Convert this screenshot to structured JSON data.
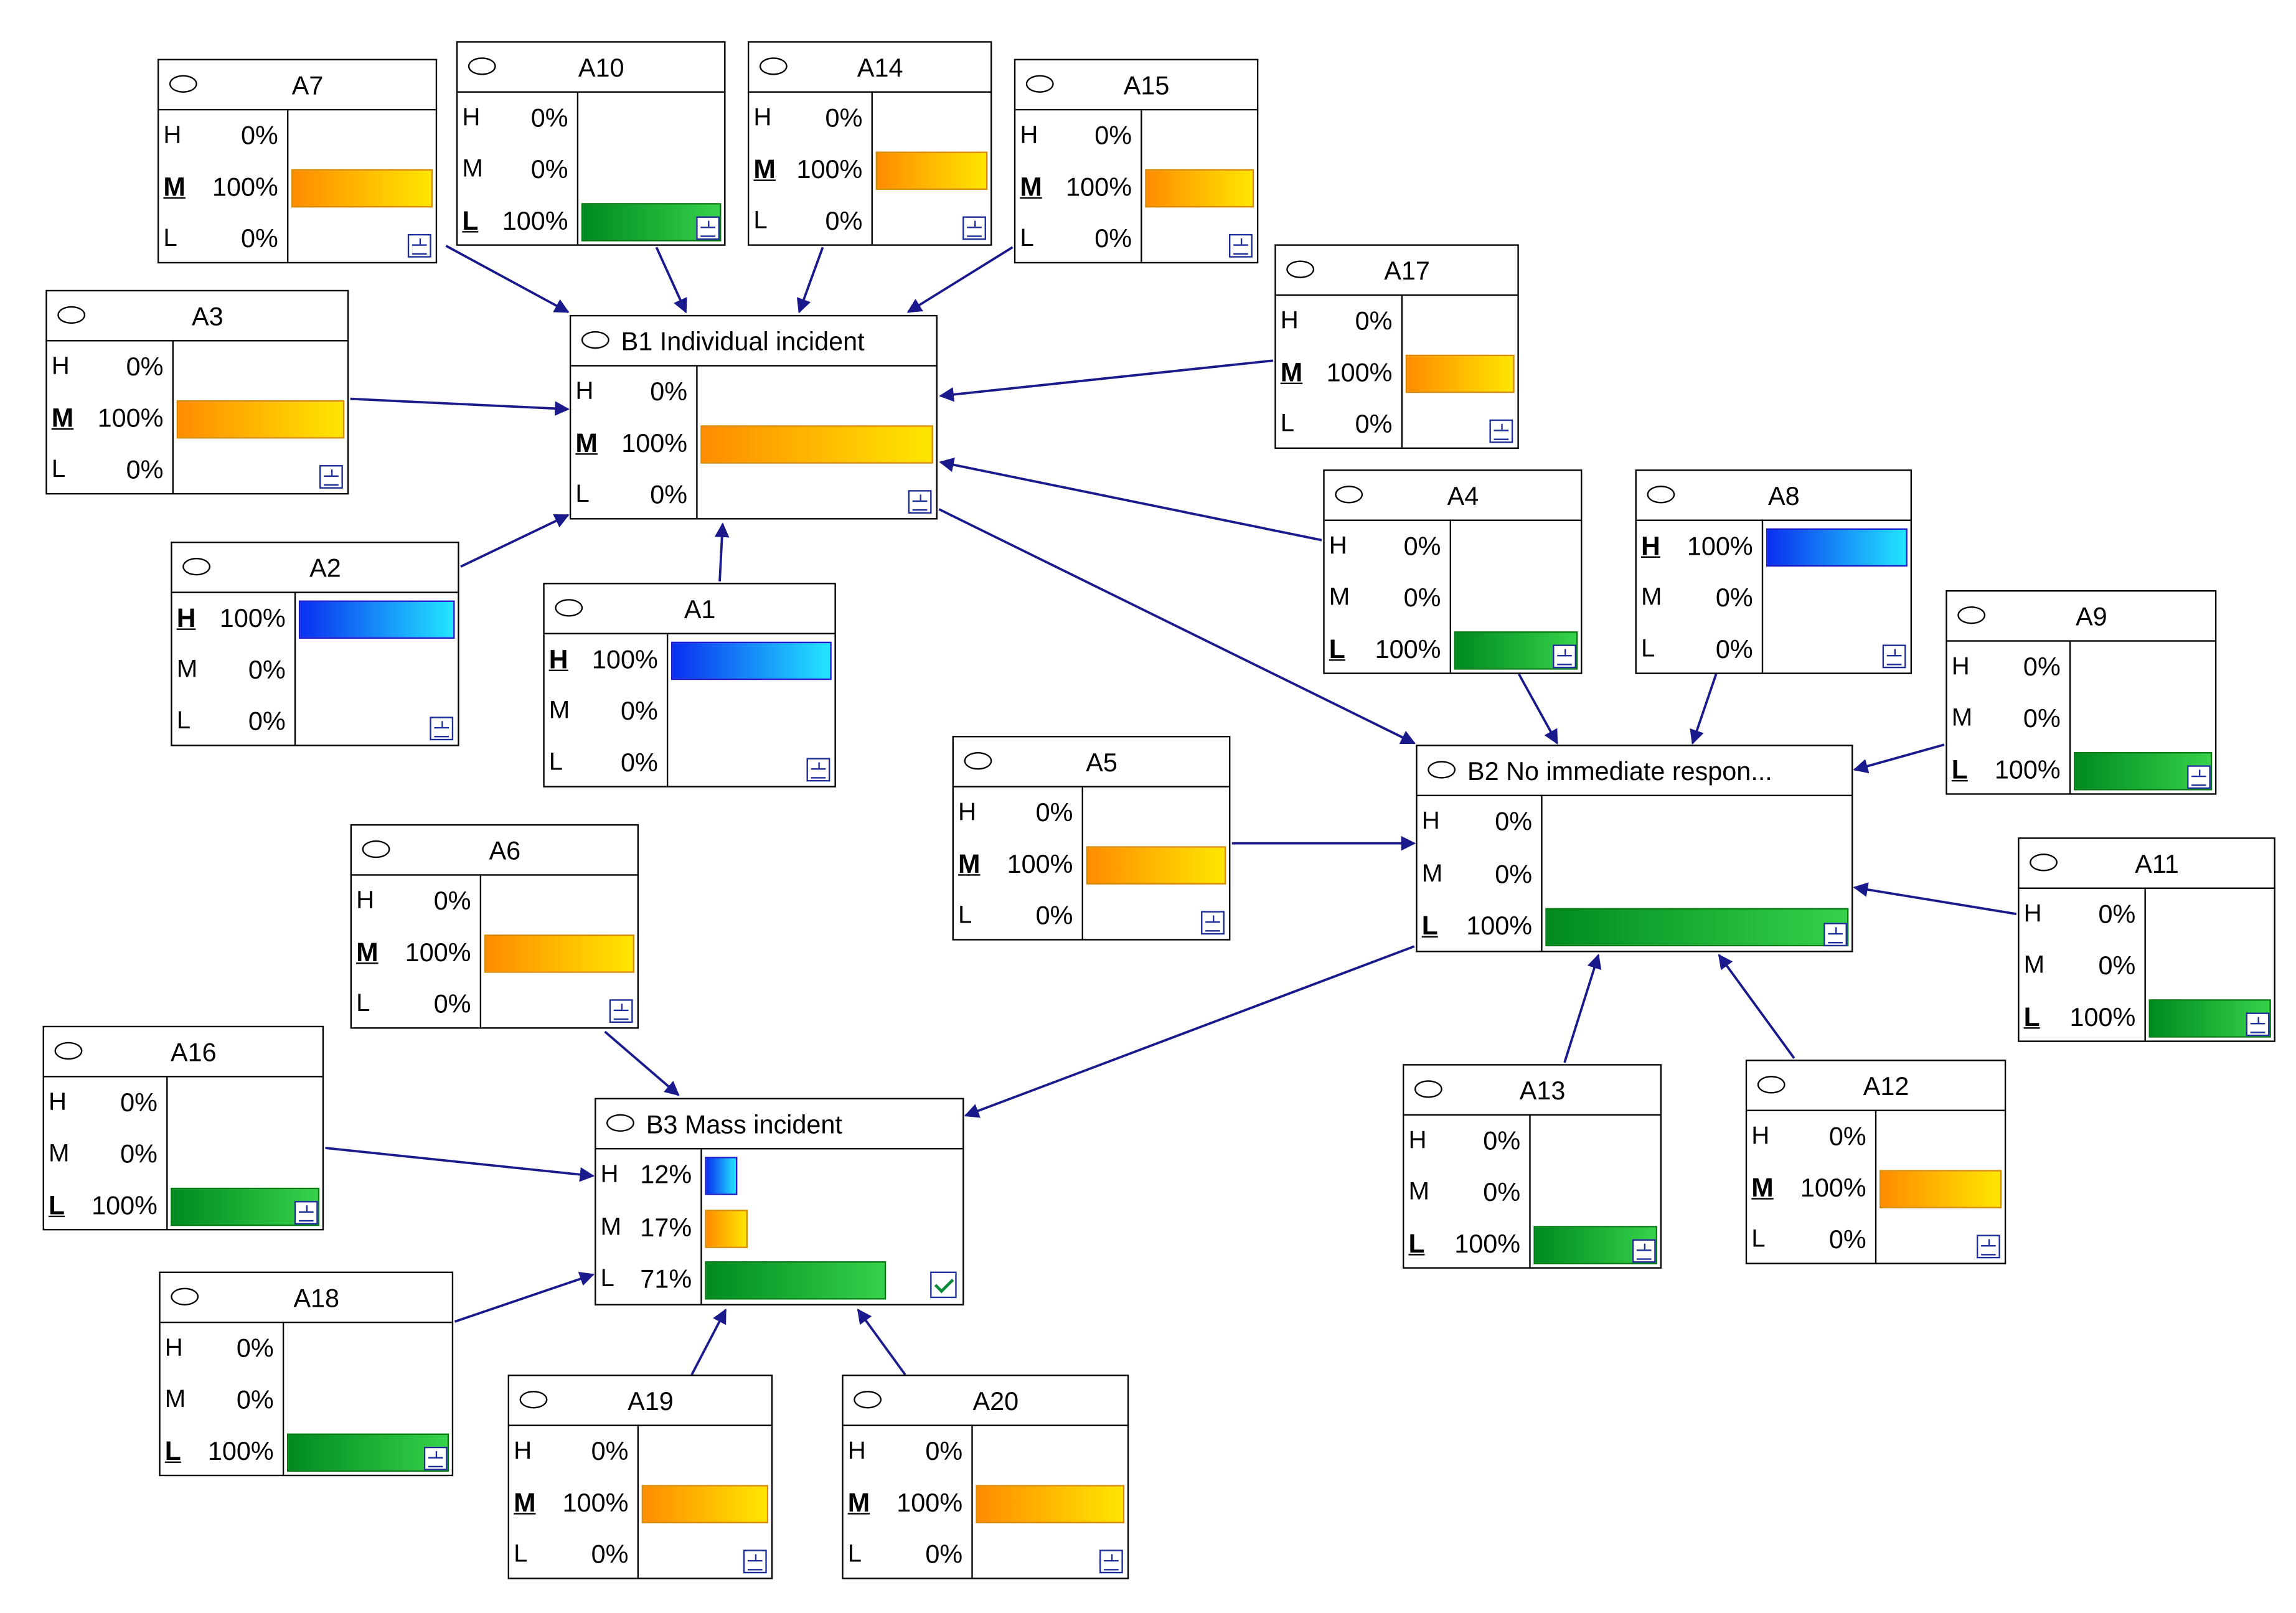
{
  "colors": {
    "edge": "#1a1a8c",
    "H": "#0a2ff0",
    "M": "#ff9f00",
    "L": "#14a830"
  },
  "nodes": [
    {
      "id": "A7",
      "title": "A7",
      "states": [
        {
          "s": "H",
          "v": 0,
          "t": "0%"
        },
        {
          "s": "M",
          "v": 100,
          "t": "100%"
        },
        {
          "s": "L",
          "v": 0,
          "t": "0%"
        }
      ],
      "active": "M"
    },
    {
      "id": "A10",
      "title": "A10",
      "states": [
        {
          "s": "H",
          "v": 0,
          "t": "0%"
        },
        {
          "s": "M",
          "v": 0,
          "t": "0%"
        },
        {
          "s": "L",
          "v": 100,
          "t": "100%"
        }
      ],
      "active": "L"
    },
    {
      "id": "A14",
      "title": "A14",
      "states": [
        {
          "s": "H",
          "v": 0,
          "t": "0%"
        },
        {
          "s": "M",
          "v": 100,
          "t": "100%"
        },
        {
          "s": "L",
          "v": 0,
          "t": "0%"
        }
      ],
      "active": "M"
    },
    {
      "id": "A15",
      "title": "A15",
      "states": [
        {
          "s": "H",
          "v": 0,
          "t": "0%"
        },
        {
          "s": "M",
          "v": 100,
          "t": "100%"
        },
        {
          "s": "L",
          "v": 0,
          "t": "0%"
        }
      ],
      "active": "M"
    },
    {
      "id": "A17",
      "title": "A17",
      "states": [
        {
          "s": "H",
          "v": 0,
          "t": "0%"
        },
        {
          "s": "M",
          "v": 100,
          "t": "100%"
        },
        {
          "s": "L",
          "v": 0,
          "t": "0%"
        }
      ],
      "active": "M"
    },
    {
      "id": "A3",
      "title": "A3",
      "states": [
        {
          "s": "H",
          "v": 0,
          "t": "0%"
        },
        {
          "s": "M",
          "v": 100,
          "t": "100%"
        },
        {
          "s": "L",
          "v": 0,
          "t": "0%"
        }
      ],
      "active": "M"
    },
    {
      "id": "B1",
      "title": "B1 Individual incident",
      "states": [
        {
          "s": "H",
          "v": 0,
          "t": "0%"
        },
        {
          "s": "M",
          "v": 100,
          "t": "100%"
        },
        {
          "s": "L",
          "v": 0,
          "t": "0%"
        }
      ],
      "active": "M"
    },
    {
      "id": "A4",
      "title": "A4",
      "states": [
        {
          "s": "H",
          "v": 0,
          "t": "0%"
        },
        {
          "s": "M",
          "v": 0,
          "t": "0%"
        },
        {
          "s": "L",
          "v": 100,
          "t": "100%"
        }
      ],
      "active": "L"
    },
    {
      "id": "A8",
      "title": "A8",
      "states": [
        {
          "s": "H",
          "v": 100,
          "t": "100%"
        },
        {
          "s": "M",
          "v": 0,
          "t": "0%"
        },
        {
          "s": "L",
          "v": 0,
          "t": "0%"
        }
      ],
      "active": "H"
    },
    {
      "id": "A2",
      "title": "A2",
      "states": [
        {
          "s": "H",
          "v": 100,
          "t": "100%"
        },
        {
          "s": "M",
          "v": 0,
          "t": "0%"
        },
        {
          "s": "L",
          "v": 0,
          "t": "0%"
        }
      ],
      "active": "H"
    },
    {
      "id": "A1",
      "title": "A1",
      "states": [
        {
          "s": "H",
          "v": 100,
          "t": "100%"
        },
        {
          "s": "M",
          "v": 0,
          "t": "0%"
        },
        {
          "s": "L",
          "v": 0,
          "t": "0%"
        }
      ],
      "active": "H"
    },
    {
      "id": "A9",
      "title": "A9",
      "states": [
        {
          "s": "H",
          "v": 0,
          "t": "0%"
        },
        {
          "s": "M",
          "v": 0,
          "t": "0%"
        },
        {
          "s": "L",
          "v": 100,
          "t": "100%"
        }
      ],
      "active": "L"
    },
    {
      "id": "A5",
      "title": "A5",
      "states": [
        {
          "s": "H",
          "v": 0,
          "t": "0%"
        },
        {
          "s": "M",
          "v": 100,
          "t": "100%"
        },
        {
          "s": "L",
          "v": 0,
          "t": "0%"
        }
      ],
      "active": "M"
    },
    {
      "id": "B2",
      "title": "B2 No immediate respon...",
      "states": [
        {
          "s": "H",
          "v": 0,
          "t": "0%"
        },
        {
          "s": "M",
          "v": 0,
          "t": "0%"
        },
        {
          "s": "L",
          "v": 100,
          "t": "100%"
        }
      ],
      "active": "L"
    },
    {
      "id": "A6",
      "title": "A6",
      "states": [
        {
          "s": "H",
          "v": 0,
          "t": "0%"
        },
        {
          "s": "M",
          "v": 100,
          "t": "100%"
        },
        {
          "s": "L",
          "v": 0,
          "t": "0%"
        }
      ],
      "active": "M"
    },
    {
      "id": "A11",
      "title": "A11",
      "states": [
        {
          "s": "H",
          "v": 0,
          "t": "0%"
        },
        {
          "s": "M",
          "v": 0,
          "t": "0%"
        },
        {
          "s": "L",
          "v": 100,
          "t": "100%"
        }
      ],
      "active": "L"
    },
    {
      "id": "A16",
      "title": "A16",
      "states": [
        {
          "s": "H",
          "v": 0,
          "t": "0%"
        },
        {
          "s": "M",
          "v": 0,
          "t": "0%"
        },
        {
          "s": "L",
          "v": 100,
          "t": "100%"
        }
      ],
      "active": "L"
    },
    {
      "id": "B3",
      "title": "B3 Mass incident",
      "states": [
        {
          "s": "H",
          "v": 12,
          "t": "12%"
        },
        {
          "s": "M",
          "v": 17,
          "t": "17%"
        },
        {
          "s": "L",
          "v": 71,
          "t": "71%"
        }
      ],
      "active": "",
      "checked": true
    },
    {
      "id": "A13",
      "title": "A13",
      "states": [
        {
          "s": "H",
          "v": 0,
          "t": "0%"
        },
        {
          "s": "M",
          "v": 0,
          "t": "0%"
        },
        {
          "s": "L",
          "v": 100,
          "t": "100%"
        }
      ],
      "active": "L"
    },
    {
      "id": "A12",
      "title": "A12",
      "states": [
        {
          "s": "H",
          "v": 0,
          "t": "0%"
        },
        {
          "s": "M",
          "v": 100,
          "t": "100%"
        },
        {
          "s": "L",
          "v": 0,
          "t": "0%"
        }
      ],
      "active": "M"
    },
    {
      "id": "A18",
      "title": "A18",
      "states": [
        {
          "s": "H",
          "v": 0,
          "t": "0%"
        },
        {
          "s": "M",
          "v": 0,
          "t": "0%"
        },
        {
          "s": "L",
          "v": 100,
          "t": "100%"
        }
      ],
      "active": "L"
    },
    {
      "id": "A19",
      "title": "A19",
      "states": [
        {
          "s": "H",
          "v": 0,
          "t": "0%"
        },
        {
          "s": "M",
          "v": 100,
          "t": "100%"
        },
        {
          "s": "L",
          "v": 0,
          "t": "0%"
        }
      ],
      "active": "M"
    },
    {
      "id": "A20",
      "title": "A20",
      "states": [
        {
          "s": "H",
          "v": 0,
          "t": "0%"
        },
        {
          "s": "M",
          "v": 100,
          "t": "100%"
        },
        {
          "s": "L",
          "v": 0,
          "t": "0%"
        }
      ],
      "active": "M"
    }
  ],
  "edges": [
    {
      "from": "A7",
      "to": "B1"
    },
    {
      "from": "A10",
      "to": "B1"
    },
    {
      "from": "A14",
      "to": "B1"
    },
    {
      "from": "A15",
      "to": "B1"
    },
    {
      "from": "A3",
      "to": "B1"
    },
    {
      "from": "A2",
      "to": "B1"
    },
    {
      "from": "A1",
      "to": "B1"
    },
    {
      "from": "A17",
      "to": "B1"
    },
    {
      "from": "A4",
      "to": "B1"
    },
    {
      "from": "B1",
      "to": "B2"
    },
    {
      "from": "A4",
      "to": "B2"
    },
    {
      "from": "A8",
      "to": "B2"
    },
    {
      "from": "A9",
      "to": "B2"
    },
    {
      "from": "A5",
      "to": "B2"
    },
    {
      "from": "A11",
      "to": "B2"
    },
    {
      "from": "A13",
      "to": "B2"
    },
    {
      "from": "A12",
      "to": "B2"
    },
    {
      "from": "B2",
      "to": "B3"
    },
    {
      "from": "A6",
      "to": "B3"
    },
    {
      "from": "A16",
      "to": "B3"
    },
    {
      "from": "A18",
      "to": "B3"
    },
    {
      "from": "A19",
      "to": "B3"
    },
    {
      "from": "A20",
      "to": "B3"
    }
  ]
}
